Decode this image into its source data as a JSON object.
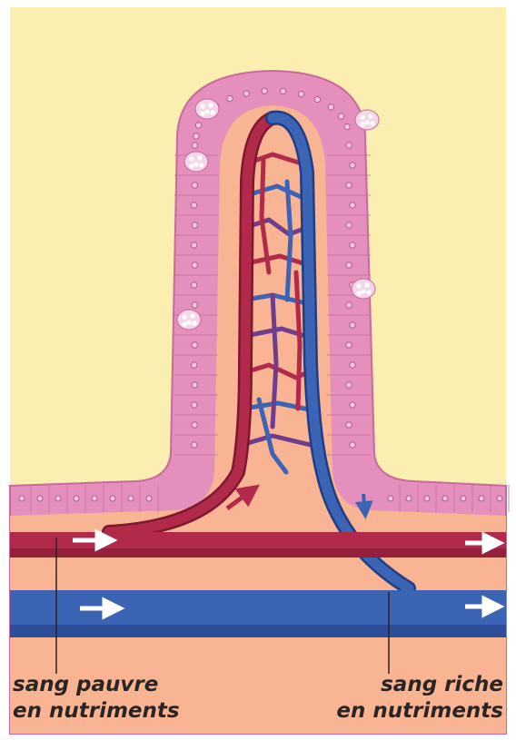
{
  "labels": {
    "left": {
      "line1": "sang pauvre",
      "line2": "en nutriments"
    },
    "right": {
      "line1": "sang riche",
      "line2": "en nutriments"
    }
  },
  "colors": {
    "lumen": "#fbeeb1",
    "epithelium": "#e58fbd",
    "epithelium_dark": "#c96a9e",
    "tissue": "#f8b493",
    "artery": "#b22a4a",
    "artery_dark": "#7e1830",
    "vein": "#3c64b4",
    "vein_dark": "#203e86",
    "capillary_mix": "#6e3e8c",
    "flow_arrow": "#ffffff",
    "label_text": "#2a2522"
  },
  "icons": {
    "flow": "arrow-right-icon",
    "goblet_cell": "goblet-cell-icon"
  }
}
